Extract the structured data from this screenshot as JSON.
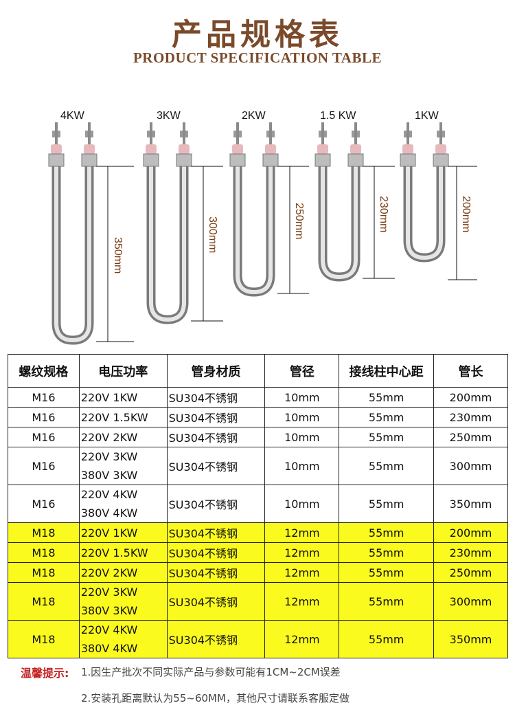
{
  "header": {
    "title_cn": "产品规格表",
    "title_en": "PRODUCT SPECIFICATION TABLE"
  },
  "heaters": [
    {
      "power": "4KW",
      "length": "350mm"
    },
    {
      "power": "3KW",
      "length": "300mm"
    },
    {
      "power": "2KW",
      "length": "250mm"
    },
    {
      "power": "1.5 KW",
      "length": "230mm"
    },
    {
      "power": "1KW",
      "length": "200mm"
    }
  ],
  "table": {
    "headers": [
      "螺纹规格",
      "电压功率",
      "管身材质",
      "管径",
      "接线柱中心距",
      "管长"
    ],
    "rows": [
      {
        "thread": "M16",
        "v1": "220V 1KW",
        "v2": "",
        "material": "SU304不锈钢",
        "dia": "10mm",
        "pitch": "55mm",
        "len": "200mm"
      },
      {
        "thread": "M16",
        "v1": "220V 1.5KW",
        "v2": "",
        "material": "SU304不锈钢",
        "dia": "10mm",
        "pitch": "55mm",
        "len": "230mm"
      },
      {
        "thread": "M16",
        "v1": "220V 2KW",
        "v2": "",
        "material": "SU304不锈钢",
        "dia": "10mm",
        "pitch": "55mm",
        "len": "250mm"
      },
      {
        "thread": "M16",
        "v1": "220V 3KW",
        "v2": "380V 3KW",
        "material": "SU304不锈钢",
        "dia": "10mm",
        "pitch": "55mm",
        "len": "300mm"
      },
      {
        "thread": "M16",
        "v1": "220V 4KW",
        "v2": "380V 4KW",
        "material": "SU304不锈钢",
        "dia": "10mm",
        "pitch": "55mm",
        "len": "350mm"
      },
      {
        "thread": "M18",
        "v1": "220V 1KW",
        "v2": "",
        "material": "SU304不锈钢",
        "dia": "12mm",
        "pitch": "55mm",
        "len": "200mm"
      },
      {
        "thread": "M18",
        "v1": "220V 1.5KW",
        "v2": "",
        "material": "SU304不锈钢",
        "dia": "12mm",
        "pitch": "55mm",
        "len": "230mm"
      },
      {
        "thread": "M18",
        "v1": "220V 2KW",
        "v2": "",
        "material": "SU304不锈钢",
        "dia": "12mm",
        "pitch": "55mm",
        "len": "250mm"
      },
      {
        "thread": "M18",
        "v1": "220V 3KW",
        "v2": "380V 3KW",
        "material": "SU304不锈钢",
        "dia": "12mm",
        "pitch": "55mm",
        "len": "300mm"
      },
      {
        "thread": "M18",
        "v1": "220V 4KW",
        "v2": "380V 4KW",
        "material": "SU304不锈钢",
        "dia": "12mm",
        "pitch": "55mm",
        "len": "350mm"
      }
    ]
  },
  "notes": {
    "label": "温馨提示:",
    "line1": "1.因生产批次不同实际产品与参数可能有1CM~2CM误差",
    "line2": "2.安装孔距离默认为55~60MM，其他尺寸请联系客服定做"
  },
  "colors": {
    "title": "#7a4a2a",
    "dimension_text": "#7a3f12",
    "highlight_row": "#fbfa1e",
    "note_label": "#c62222"
  }
}
